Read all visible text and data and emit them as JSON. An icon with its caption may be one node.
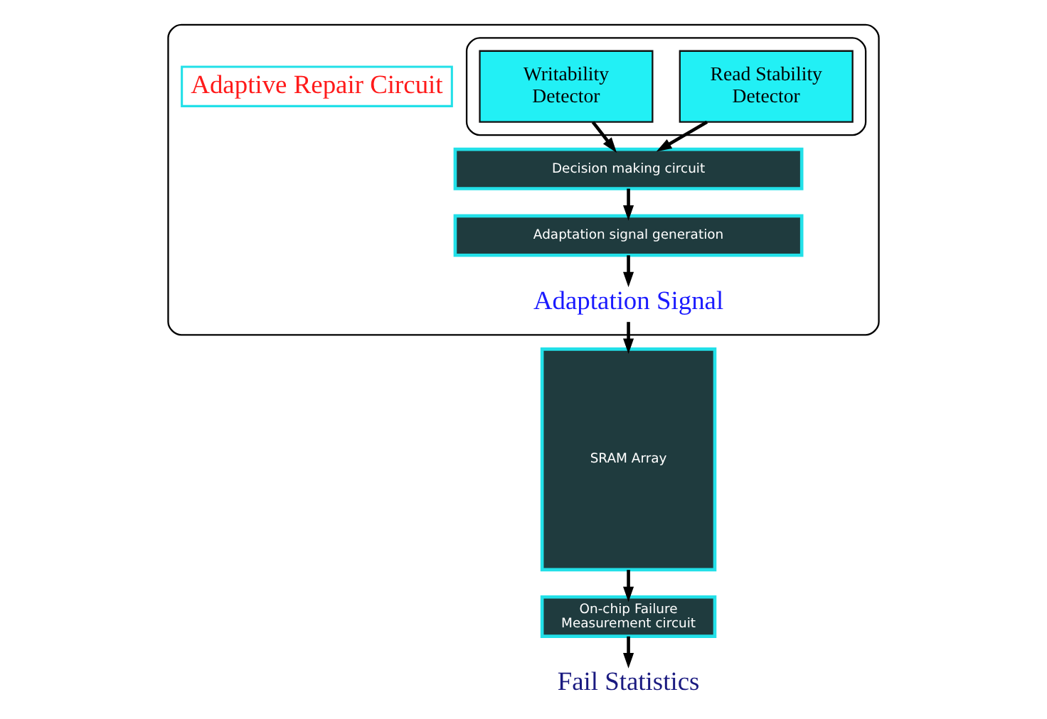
{
  "diagram": {
    "nodes": [
      {
        "text": [],
        "shape": "box"
      },
      {
        "text": [],
        "shape": "box",
        "in": 0
      },
      {
        "text": [
          "Read Stability Detector"
        ],
        "in": 1
      },
      {
        "text": [
          "Writability Detector"
        ],
        "in": 1
      },
      {
        "text": [
          "Decision making circuit"
        ],
        "in": 0
      },
      {
        "text": [
          "Adaptation signal generation"
        ],
        "in": 0
      },
      {
        "text": [
          "Adaptation Signal"
        ],
        "in": 0
      },
      {
        "text": [
          "Adaptive Repair Circuit"
        ],
        "in": 0
      },
      {
        "text": [
          "SRAM Array"
        ]
      },
      {
        "text": [
          "On-chip Failure Measurement circuit"
        ]
      },
      {
        "text": [
          "Fail Statistics"
        ]
      }
    ],
    "edges": [
      {
        "from": 2,
        "to": 4,
        "arrow": "to"
      },
      {
        "from": 3,
        "to": 4,
        "arrow": "to"
      },
      {
        "from": 4,
        "to": 5,
        "arrow": "to"
      },
      {
        "from": 5,
        "to": 6,
        "arrow": "to"
      },
      {
        "from": 6,
        "to": 8,
        "arrow": "to"
      },
      {
        "from": 8,
        "to": 9,
        "arrow": "to"
      },
      {
        "from": 9,
        "to": 10,
        "arrow": "to"
      }
    ]
  }
}
